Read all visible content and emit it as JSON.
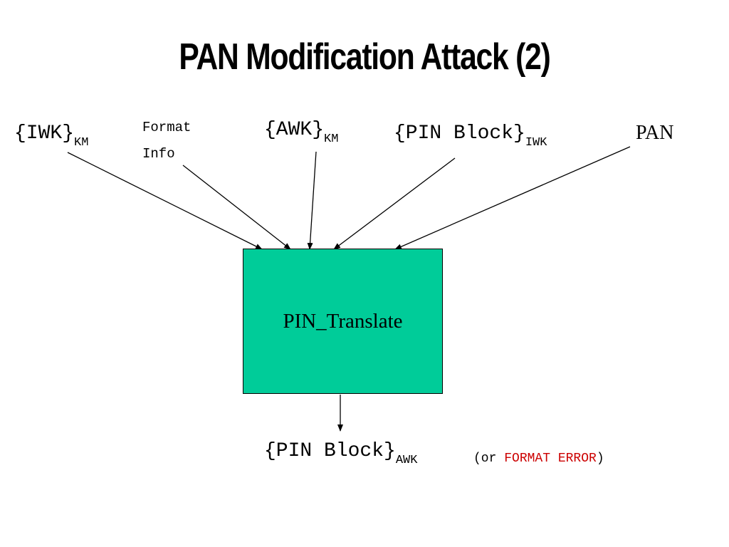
{
  "title": "PAN Modification Attack (2)",
  "inputs": {
    "iwk": {
      "main": "{IWK}",
      "sub": "KM"
    },
    "format_info": {
      "line1": "Format",
      "line2": "Info"
    },
    "awk": {
      "main": "{AWK}",
      "sub": "KM"
    },
    "pin_block": {
      "main": "{PIN Block}",
      "sub": "IWK"
    },
    "pan": {
      "main": "PAN"
    }
  },
  "process": {
    "label": "PIN_Translate",
    "fill_color": "#00CC99"
  },
  "output": {
    "main": "{PIN Block}",
    "sub": "AWK",
    "note_open": "(or ",
    "note_error": "FORMAT ERROR",
    "note_close": ")",
    "error_color": "#CC0000"
  }
}
